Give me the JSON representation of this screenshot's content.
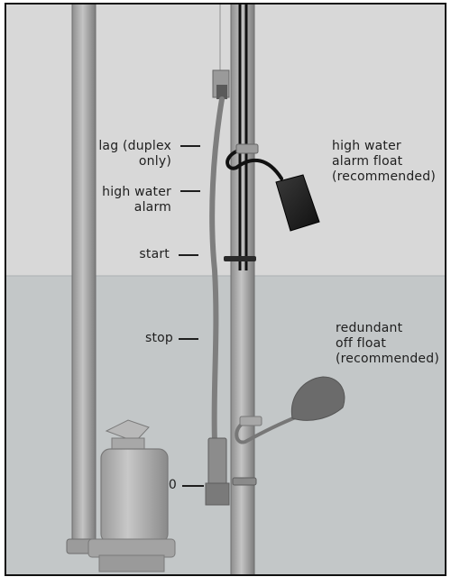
{
  "level_labels": {
    "lag": "lag (duplex\nonly)",
    "high_water_alarm": "high water\nalarm",
    "start": "start",
    "stop": "stop",
    "zero": "0"
  },
  "float_labels": {
    "high_water_alarm_float": "high water\nalarm float\n(recommended)",
    "redundant_off_float": "redundant\noff float\n(recommended)"
  }
}
